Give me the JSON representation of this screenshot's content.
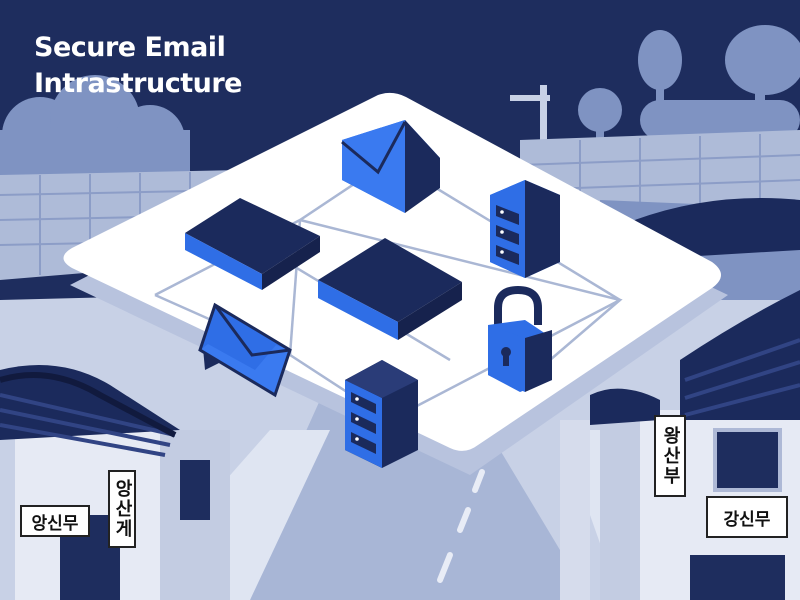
{
  "title": {
    "line1": "Secure Email",
    "line2": "Intrastructure"
  },
  "signs": {
    "left_horizontal": "앙신무",
    "left_vertical": "앙산게",
    "right_vertical": "왕산부",
    "right_horizontal": "강신무"
  },
  "colors": {
    "sky": "#1e2d5e",
    "accent_blue": "#2f6ee6",
    "navy": "#1b2a5c",
    "platform": "#ffffff",
    "ground": "#c8d1e6"
  },
  "icons": [
    "envelope-icon",
    "server-icon",
    "padlock-icon",
    "block-icon"
  ]
}
